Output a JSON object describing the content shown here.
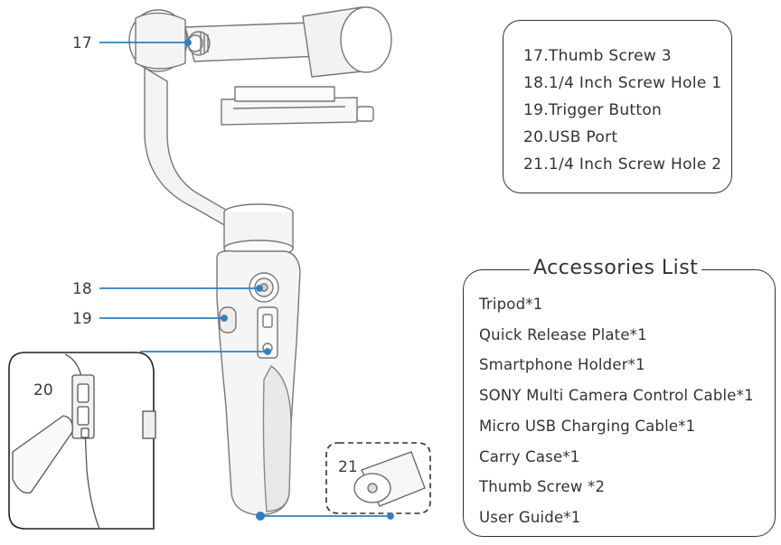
{
  "callouts": {
    "c17": "17",
    "c18": "18",
    "c19": "19",
    "c20": "20",
    "c21": "21"
  },
  "legend": {
    "items": [
      "17.Thumb Screw 3",
      "18.1/4 Inch Screw Hole 1",
      "19.Trigger Button",
      "20.USB Port",
      "21.1/4 Inch Screw Hole 2"
    ]
  },
  "accessories": {
    "title": "Accessories List",
    "items": [
      "Tripod*1",
      "Quick Release Plate*1",
      "Smartphone Holder*1",
      "SONY Multi Camera Control Cable*1",
      "Micro USB Charging Cable*1",
      "Carry Case*1",
      "Thumb Screw *2",
      "User Guide*1"
    ]
  },
  "colors": {
    "leader_line": "#2f7fc1",
    "outline": "#333333"
  }
}
